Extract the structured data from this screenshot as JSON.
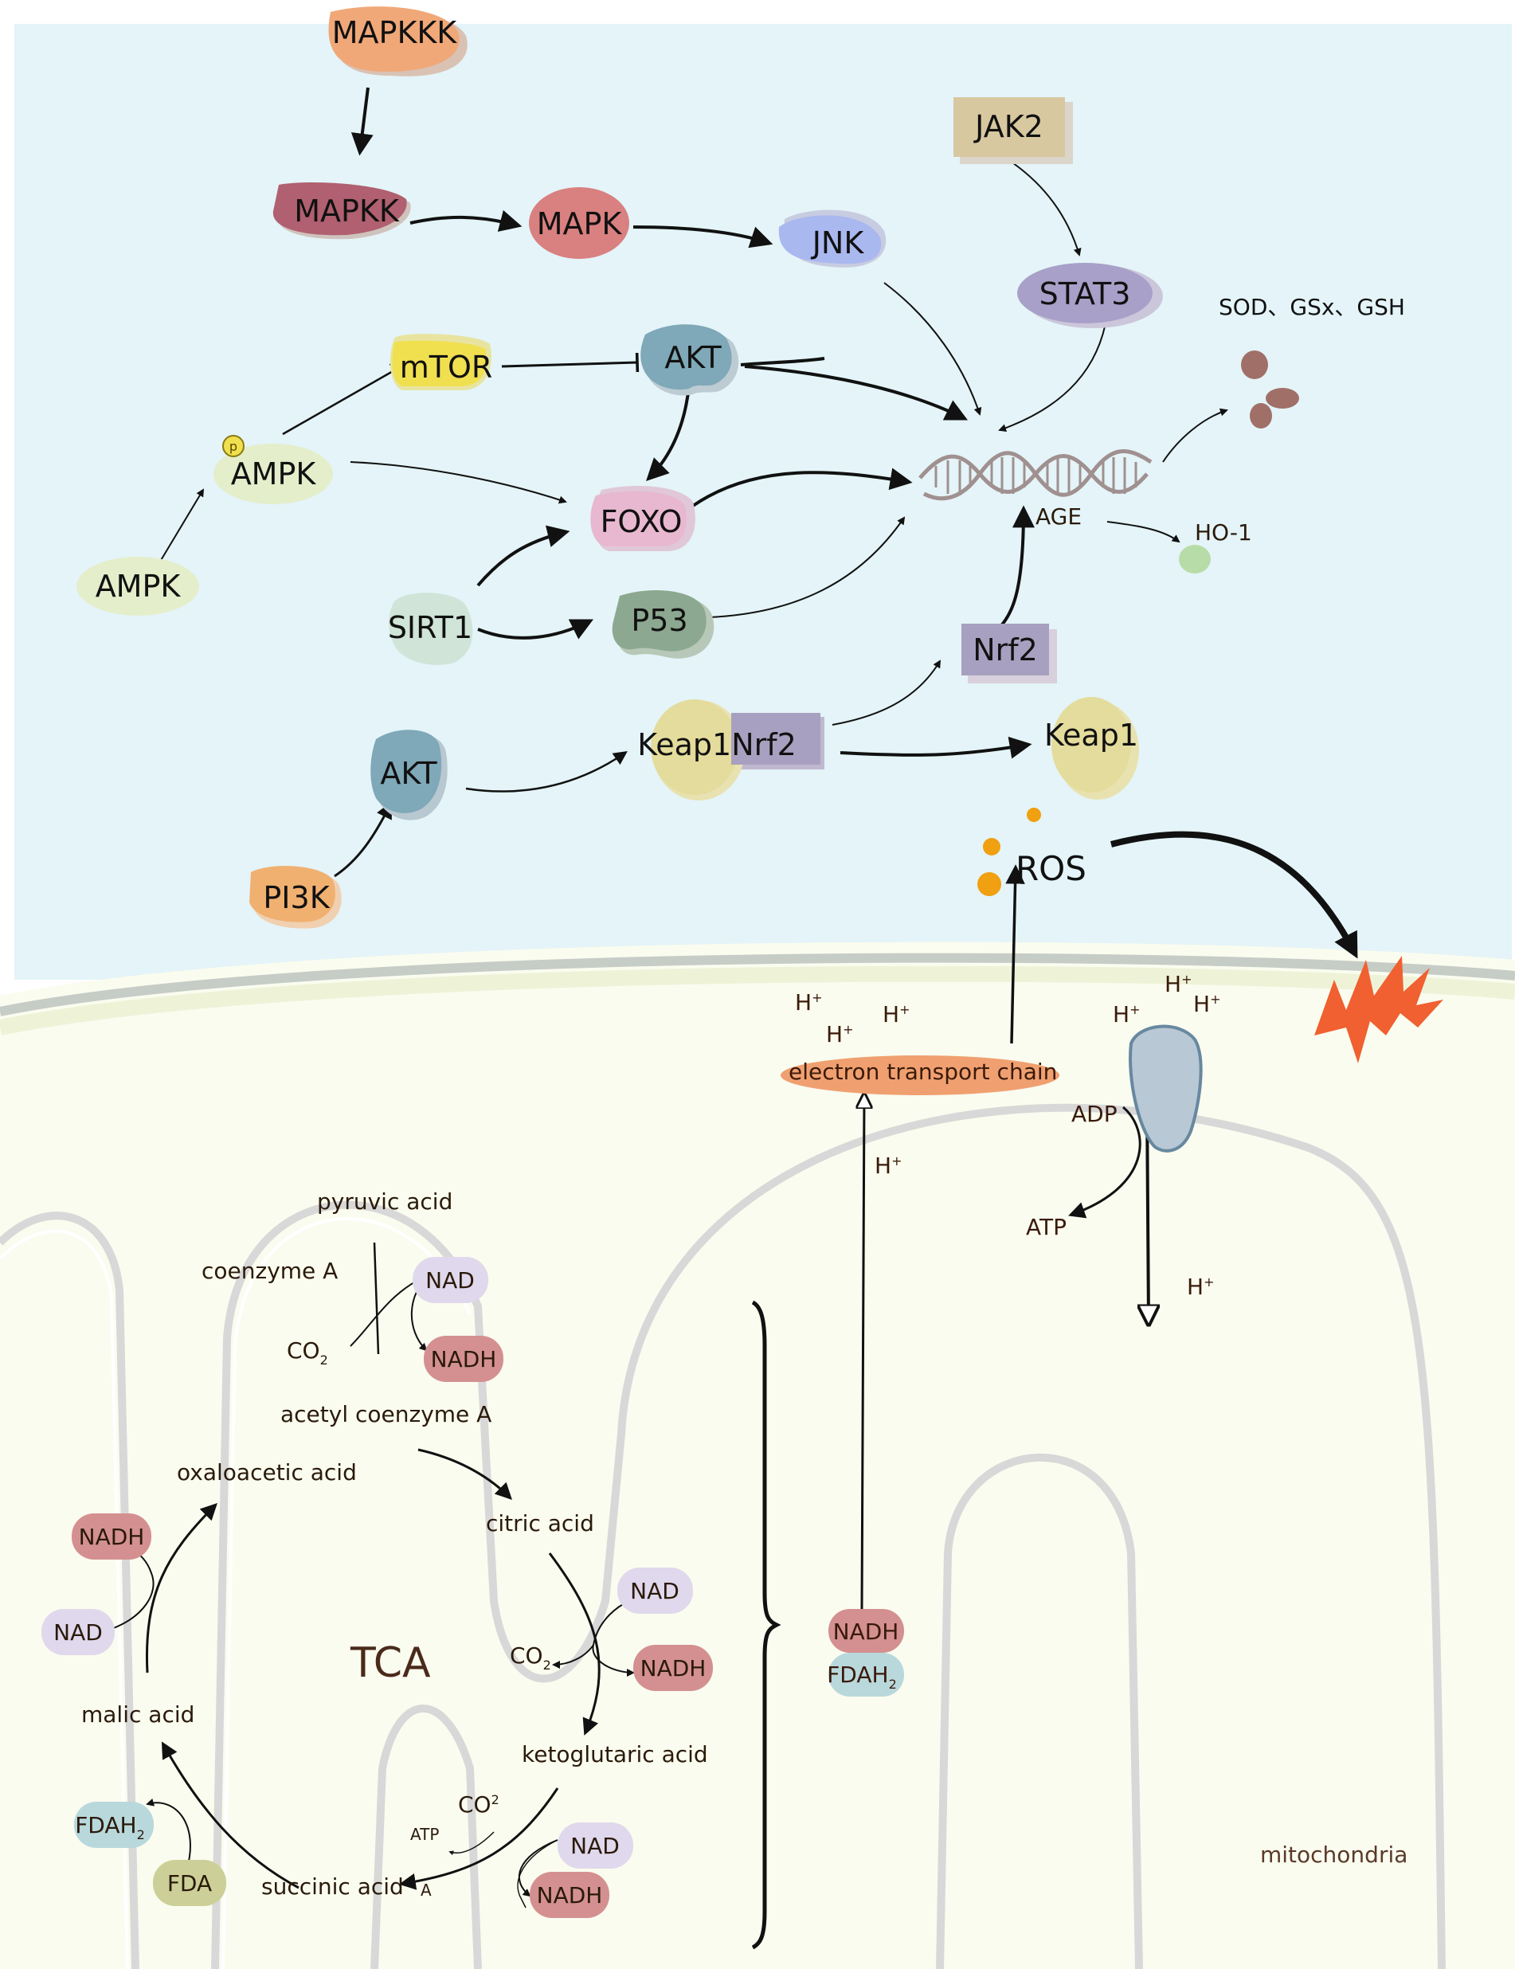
{
  "colors": {
    "cytoplasm": "#e4f4f8",
    "mito_matrix": "#fafcef",
    "membrane": "#c8cfc8",
    "orange_node": "#f0a878",
    "maroon_node": "#b06070",
    "pink_red": "#d98080",
    "blue_node": "#aab8f0",
    "tan_node": "#d8c8a0",
    "purple_node": "#a8a0c8",
    "yellow_node": "#f0e050",
    "teal_node": "#7fa8b8",
    "pale_green": "#e4eecb",
    "light_purple": "#e0d8ec",
    "pink_node": "#e8b8d0",
    "mint_node": "#d0e4d8",
    "dark_green": "#8ca890",
    "khaki_node": "#e4dc9c",
    "nadh_red": "#d49090",
    "fdah_blue": "#b8d8dc",
    "fda_olive": "#ccd098",
    "burst": "#f06030",
    "ros_dot": "#f0a010",
    "ho1": "#b8dca8",
    "sod_dot": "#a07068"
  },
  "signaling": {
    "mapkkk": "MAPKKK",
    "mapkk": "MAPKK",
    "mapk": "MAPK",
    "jnk": "JNK",
    "jak2": "JAK2",
    "stat3": "STAT3",
    "mtor": "mTOR",
    "akt_top": "AKT",
    "ampk_p_marker": "p",
    "ampk_upper": "AMPK",
    "ampk_lower": "AMPK",
    "foxo": "FOXO",
    "sirt1": "SIRT1",
    "p53": "P53",
    "nrf2": "Nrf2",
    "keap1_nrf2": "Keap1Nrf2",
    "keap1": "Keap1",
    "akt_lower": "AKT",
    "pi3k": "PI3K",
    "age": "AGE",
    "ho1": "HO-1",
    "antioxidants": "SOD、GSx、GSH",
    "ros": "ROS"
  },
  "etc": {
    "label": "electron transport chain",
    "h_plus": "H",
    "h_sup": "+",
    "adp": "ADP",
    "atp": "ATP",
    "nadh": "NADH",
    "fdah": "FDAH",
    "fdah_sub": "2"
  },
  "tca": {
    "title": "TCA",
    "pyruvic": "pyruvic acid",
    "coenzyme_a": "coenzyme A",
    "co2": "CO",
    "co2_sub": "2",
    "nad": "NAD",
    "nadh": "NADH",
    "acetyl": "acetyl coenzyme A",
    "oxaloacetic": "oxaloacetic acid",
    "citric": "citric acid",
    "ketoglutaric": "ketoglutaric acid",
    "succinic": "succinic acid",
    "succinic_a": "A",
    "atp": "ATP",
    "malic": "malic acid",
    "fdah": "FDAH",
    "fdah_sub": "2",
    "fda": "FDA"
  },
  "mitochondria_label": "mitochondria"
}
